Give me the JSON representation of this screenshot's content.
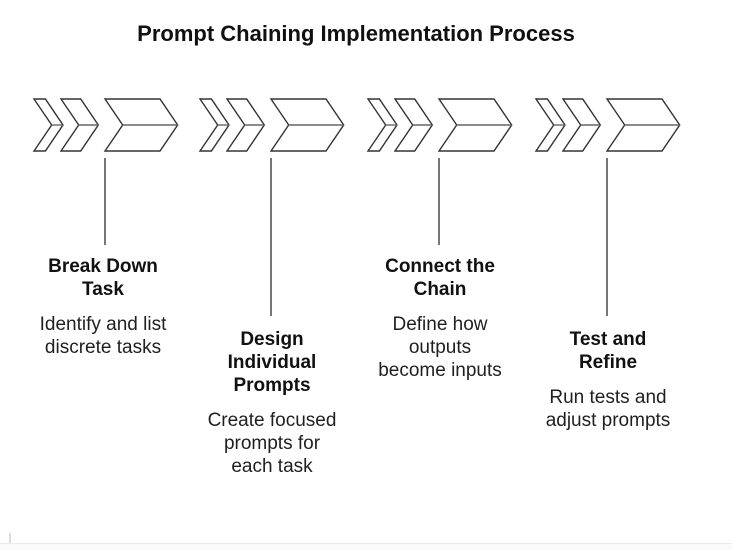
{
  "page": {
    "title": "Prompt Chaining Implementation Process",
    "background_color": "#ffffff"
  },
  "diagram": {
    "type": "process-flow",
    "shape_stroke_color": "#333333",
    "connector_color": "#777777",
    "chevron_icon": "triple-chevron-right-icon",
    "steps": [
      {
        "title": "Break Down\nTask",
        "description": "Identify and list\ndiscrete tasks",
        "label_position": "upper"
      },
      {
        "title": "Design\nIndividual\nPrompts",
        "description": "Create focused\nprompts for\neach task",
        "label_position": "lower"
      },
      {
        "title": "Connect the\nChain",
        "description": "Define how\noutputs\nbecome inputs",
        "label_position": "upper"
      },
      {
        "title": "Test and\nRefine",
        "description": "Run tests and\nadjust prompts",
        "label_position": "lower"
      }
    ]
  },
  "footer": {
    "divider_color": "#ececec",
    "area_color": "#fafafa"
  }
}
